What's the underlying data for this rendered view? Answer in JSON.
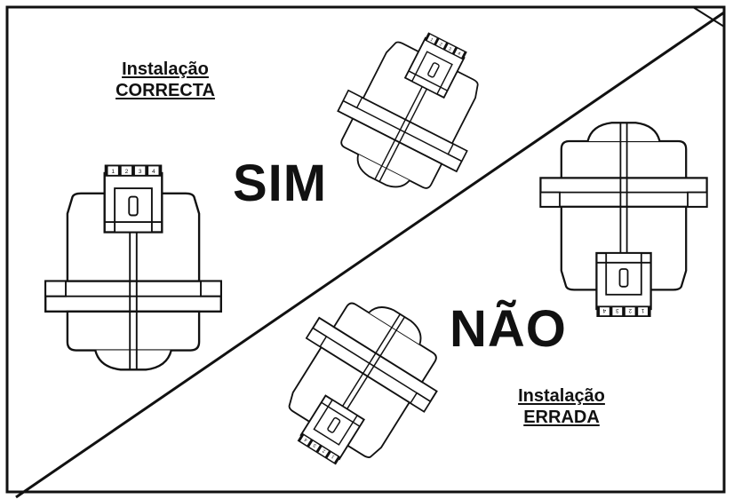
{
  "correct": {
    "line1": "Instalação",
    "line2": "CORRECTA",
    "verdict": "SIM"
  },
  "wrong": {
    "line1": "Instalação",
    "line2": "ERRADA",
    "verdict": "NÃO"
  },
  "connector_pins": [
    "1",
    "2",
    "3",
    "4"
  ],
  "colors": {
    "ink": "#111111",
    "background": "#ffffff"
  }
}
